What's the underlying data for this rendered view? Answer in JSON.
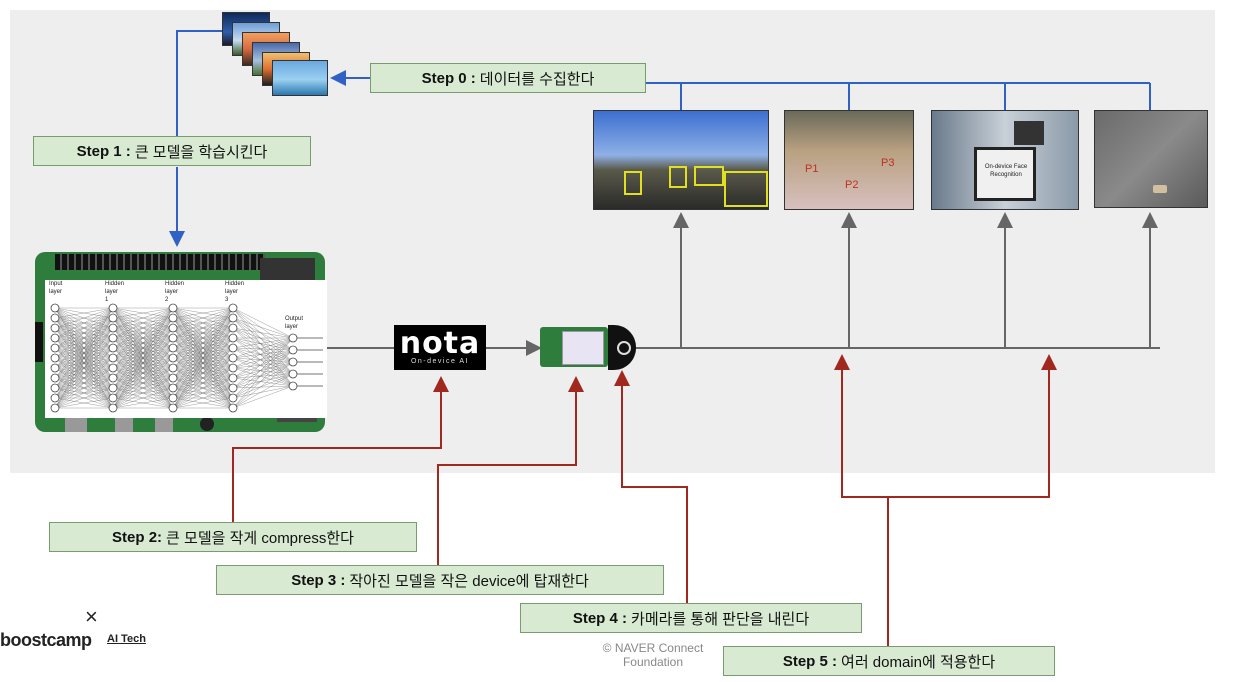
{
  "steps": {
    "step0": {
      "label": "Step 0 :",
      "text": "데이터를 수집한다"
    },
    "step1": {
      "label": "Step 1 :",
      "text": "큰 모델을 학습시킨다"
    },
    "step2": {
      "label": "Step 2:",
      "text": "큰 모델을 작게 compress한다"
    },
    "step3": {
      "label": "Step 3 :",
      "text": "작아진 모델을 작은 device에 탑재한다"
    },
    "step4": {
      "label": "Step 4 :",
      "text": "카메라를 통해 판단을 내린다"
    },
    "step5": {
      "label": "Step 5 :",
      "text": "여러 domain에 적용한다"
    }
  },
  "neural_net": {
    "layers": [
      "Input layer",
      "Hidden layer 1",
      "Hidden layer 2",
      "Hidden layer 3",
      "Output layer"
    ]
  },
  "nota_logo": {
    "brand": "nota",
    "tagline": "On-device AI"
  },
  "scenes": {
    "market_labels": [
      "P1",
      "P2",
      "P3"
    ],
    "face_sign": "On-device Face Recognition"
  },
  "branding": {
    "mark": "×",
    "name": "boostcamp",
    "suffix": "AI Tech"
  },
  "copyright": "© NAVER Connect Foundation",
  "colors": {
    "panel": "#eeeeee",
    "step_fill": "#d9ead3",
    "blue_wire": "#2f62c4",
    "red_wire": "#a0281e",
    "gray_wire": "#666666"
  }
}
